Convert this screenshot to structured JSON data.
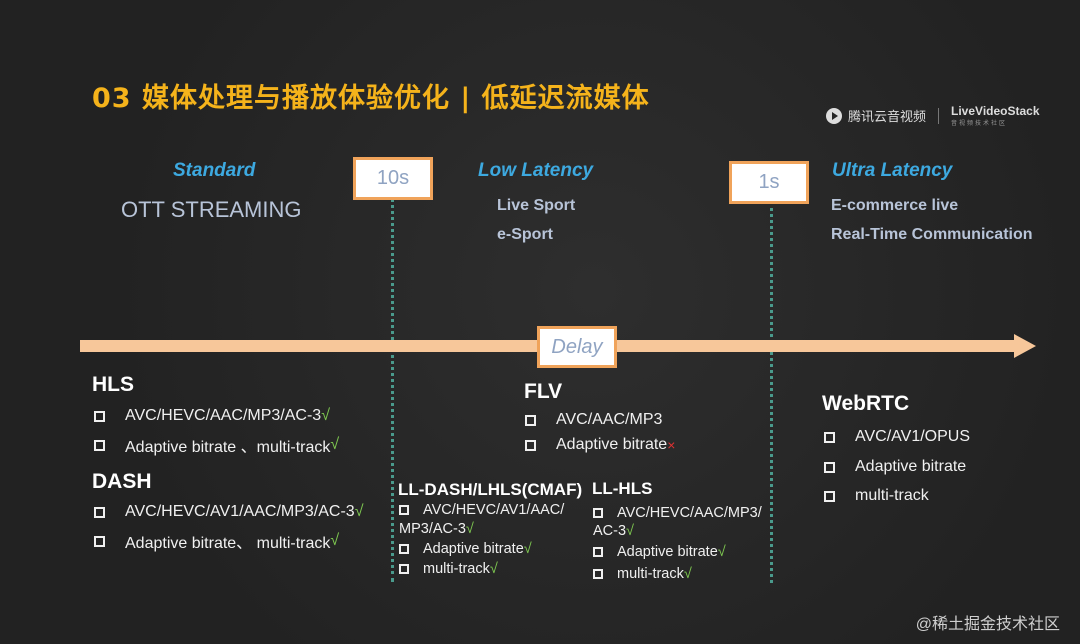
{
  "title": "03 媒体处理与播放体验优化 | 低延迟流媒体",
  "logo": {
    "brand": "腾讯云音视频",
    "partner": "LiveVideoStack",
    "partner_sub": "音视频技术社区"
  },
  "categories": [
    {
      "name": "Standard",
      "desc": "OTT STREAMING"
    },
    {
      "name": "Low Latency",
      "items": [
        "Live Sport",
        "e-Sport"
      ]
    },
    {
      "name": "Ultra Latency",
      "items": [
        "E-commerce live",
        "Real-Time Communication"
      ]
    }
  ],
  "markers": {
    "m1": "10s",
    "m2": "1s",
    "axis": "Delay"
  },
  "protocols": {
    "hls": {
      "name": "HLS",
      "items": [
        "AVC/HEVC/AAC/MP3/AC-3",
        "Adaptive bitrate 、multi-track"
      ],
      "marks": [
        "√",
        "√"
      ]
    },
    "dash": {
      "name": "DASH",
      "items": [
        "AVC/HEVC/AV1/AAC/MP3/AC-3",
        "Adaptive bitrate、 multi-track"
      ],
      "marks": [
        "√",
        "√"
      ]
    },
    "ll_dash": {
      "name": "LL-DASH/LHLS(CMAF)",
      "line1": "AVC/HEVC/AV1/AAC/",
      "line2": "MP3/AC-3",
      "items": [
        "Adaptive bitrate",
        "multi-track"
      ],
      "marks": [
        "√",
        "√",
        "√"
      ]
    },
    "flv": {
      "name": "FLV",
      "items": [
        "AVC/AAC/MP3",
        "Adaptive bitrate"
      ],
      "marks": [
        "×"
      ]
    },
    "ll_hls": {
      "name": "LL-HLS",
      "line1": "AVC/HEVC/AAC/MP3/",
      "line2": "AC-3",
      "items": [
        "Adaptive bitrate",
        "multi-track"
      ],
      "marks": [
        "√",
        "√",
        "√"
      ]
    },
    "webrtc": {
      "name": "WebRTC",
      "items": [
        "AVC/AV1/OPUS",
        "Adaptive bitrate",
        "multi-track"
      ]
    }
  },
  "watermark": "@稀土掘金技术社区",
  "colors": {
    "title": "#f5b31b",
    "category": "#3da9e0",
    "arrow": "#f7c79a",
    "check": "#7ec850",
    "cross": "#e03232"
  }
}
